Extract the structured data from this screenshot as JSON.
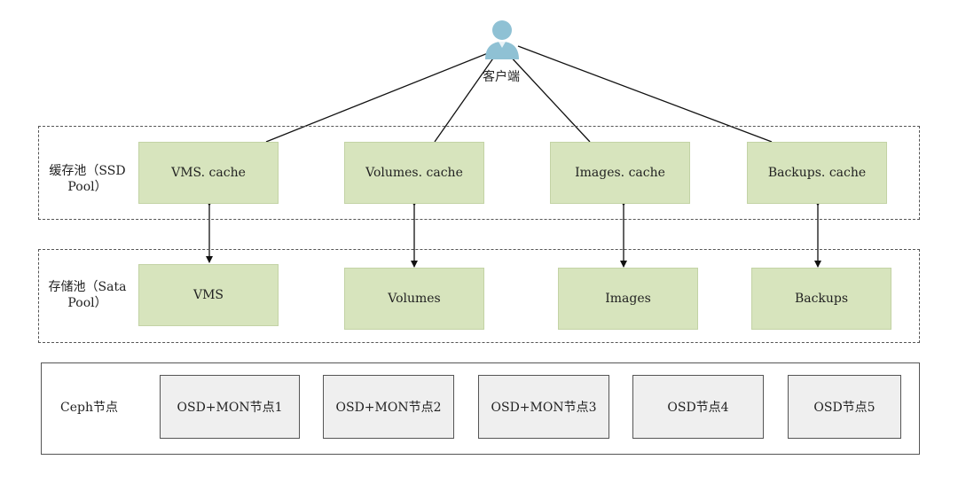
{
  "client": {
    "label": "客户端",
    "icon": "user-icon"
  },
  "cache_pool": {
    "label_line1": "缓存池（SSD",
    "label_line2": "Pool）",
    "boxes": [
      "VMS. cache",
      "Volumes. cache",
      "Images. cache",
      "Backups. cache"
    ]
  },
  "storage_pool": {
    "label_line1": "存储池（Sata",
    "label_line2": "Pool）",
    "boxes": [
      "VMS",
      "Volumes",
      "Images",
      "Backups"
    ]
  },
  "ceph": {
    "label": "Ceph节点",
    "nodes": [
      "OSD+MON节点1",
      "OSD+MON节点2",
      "OSD+MON节点3",
      "OSD节点4",
      "OSD节点5"
    ]
  },
  "colors": {
    "pool_box_fill": "#d7e4bd",
    "node_box_fill": "#efefef",
    "client_icon": "#8fc1d4"
  }
}
